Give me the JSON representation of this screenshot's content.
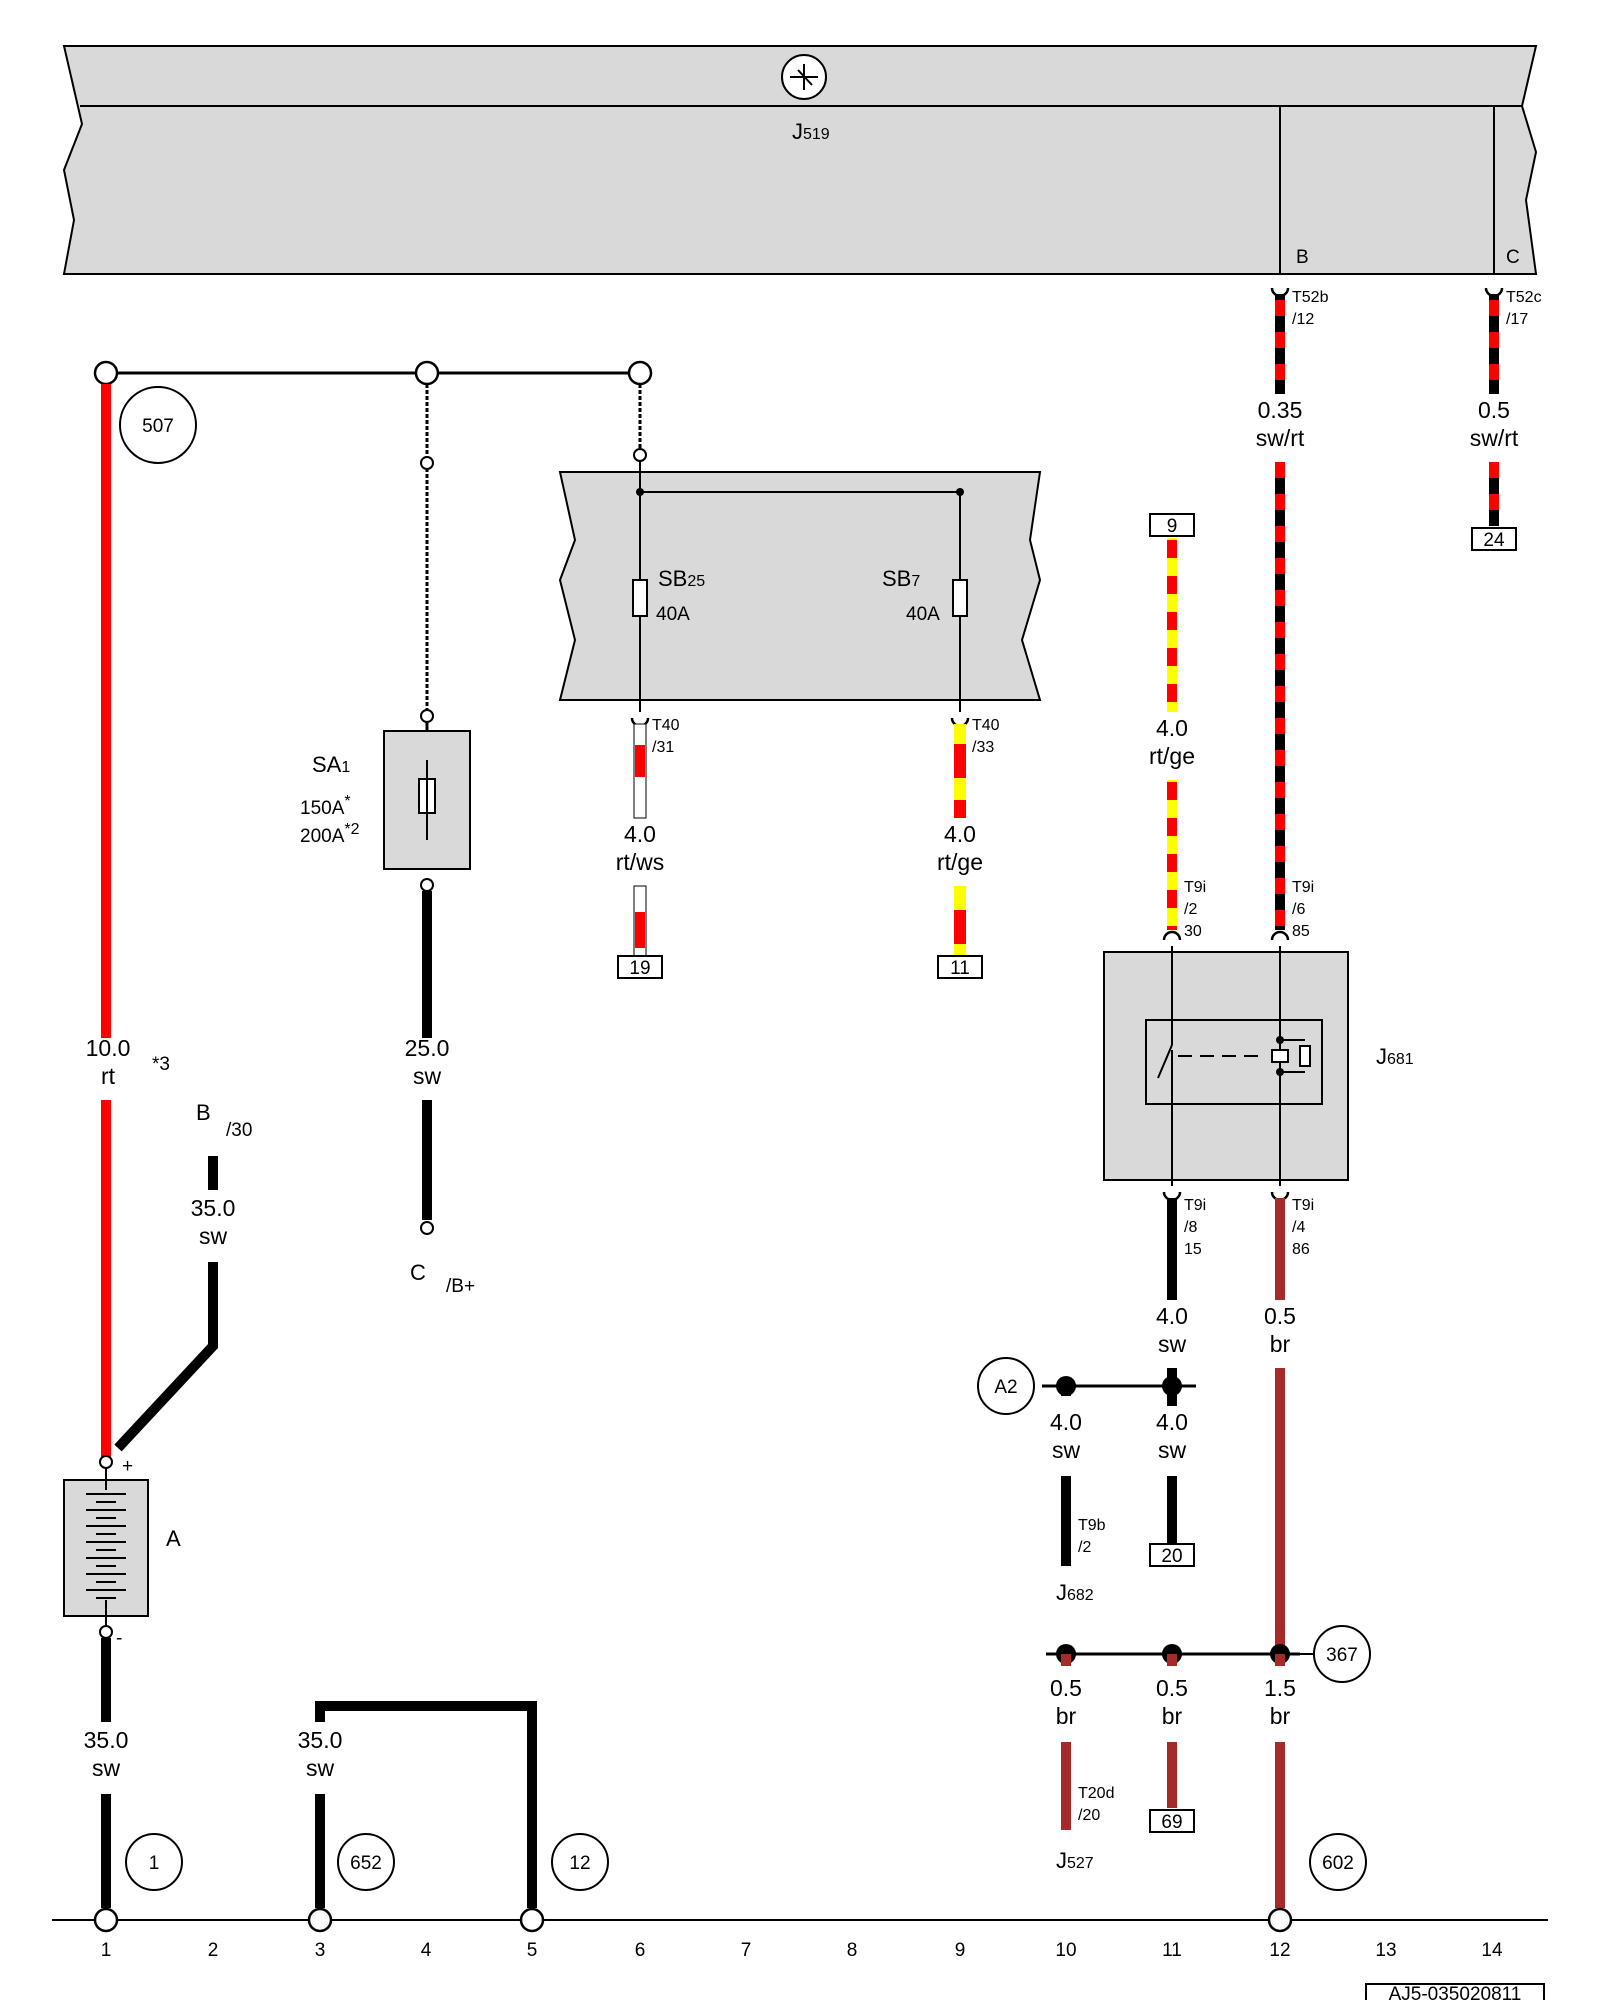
{
  "top_unit": {
    "name": "J",
    "sub": "519",
    "pin_b": "B",
    "pin_c": "C"
  },
  "connectors": {
    "t52b_12": [
      "T52b",
      "/12"
    ],
    "t52c_17": [
      "T52c",
      "/17"
    ],
    "t40_31": [
      "T40",
      "/31"
    ],
    "t40_33": [
      "T40",
      "/33"
    ],
    "t9i_2": [
      "T9i",
      "/2",
      "30"
    ],
    "t9i_6": [
      "T9i",
      "/6",
      "85"
    ],
    "t9i_8": [
      "T9i",
      "/8",
      "15"
    ],
    "t9i_4": [
      "T9i",
      "/4",
      "86"
    ],
    "t9b_2": [
      "T9b",
      "/2"
    ],
    "t20d_20": [
      "T20d",
      "/20"
    ]
  },
  "wires": {
    "w1": [
      "10.0",
      "rt"
    ],
    "w1_note": "*3",
    "w2": [
      "35.0",
      "sw"
    ],
    "w3": [
      "25.0",
      "sw"
    ],
    "w4": [
      "4.0",
      "rt/ws"
    ],
    "w5": [
      "4.0",
      "rt/ge"
    ],
    "w6": [
      "4.0",
      "rt/ge"
    ],
    "w7": [
      "0.35",
      "sw/rt"
    ],
    "w8": [
      "0.5",
      "sw/rt"
    ],
    "w9": [
      "4.0",
      "sw"
    ],
    "w10": [
      "0.5",
      "br"
    ],
    "w11": [
      "4.0",
      "sw"
    ],
    "w12": [
      "4.0",
      "sw"
    ],
    "w13": [
      "0.5",
      "br"
    ],
    "w14": [
      "0.5",
      "br"
    ],
    "w15": [
      "1.5",
      "br"
    ],
    "w16": [
      "35.0",
      "sw"
    ],
    "w17": [
      "35.0",
      "sw"
    ]
  },
  "fuse_box": {
    "sb25": [
      "SB",
      "25",
      "40A"
    ],
    "sb7": [
      "SB",
      "7",
      "40A"
    ]
  },
  "sa1": {
    "name": "SA",
    "sub": "1",
    "rating1": "150A",
    "rating1_note": "*",
    "rating2": "200A",
    "rating2_note": "*2"
  },
  "relay": {
    "name": "J",
    "sub": "681"
  },
  "battery": {
    "name": "A",
    "plus": "+",
    "minus": "-"
  },
  "labels": {
    "b30": [
      "B",
      "/30"
    ],
    "cb": [
      "C",
      "/B+"
    ],
    "j682": [
      "J",
      "682"
    ],
    "j527": [
      "J",
      "527"
    ]
  },
  "refs": {
    "r9": "9",
    "r24": "24",
    "r19": "19",
    "r11": "11",
    "r20": "20",
    "r69": "69"
  },
  "circles": {
    "c507": "507",
    "ca2": "A2",
    "c367": "367",
    "c1": "1",
    "c652": "652",
    "c12": "12",
    "c602": "602"
  },
  "track_numbers": [
    "1",
    "2",
    "3",
    "4",
    "5",
    "6",
    "7",
    "8",
    "9",
    "10",
    "11",
    "12",
    "13",
    "14"
  ],
  "doc_code": "AJ5-035020811",
  "colors": {
    "red": "#ff0000",
    "black": "#000000",
    "yellow": "#ffff00",
    "white": "#ffffff",
    "brown": "#a52a2a",
    "box_fill": "#d9d9d9"
  }
}
